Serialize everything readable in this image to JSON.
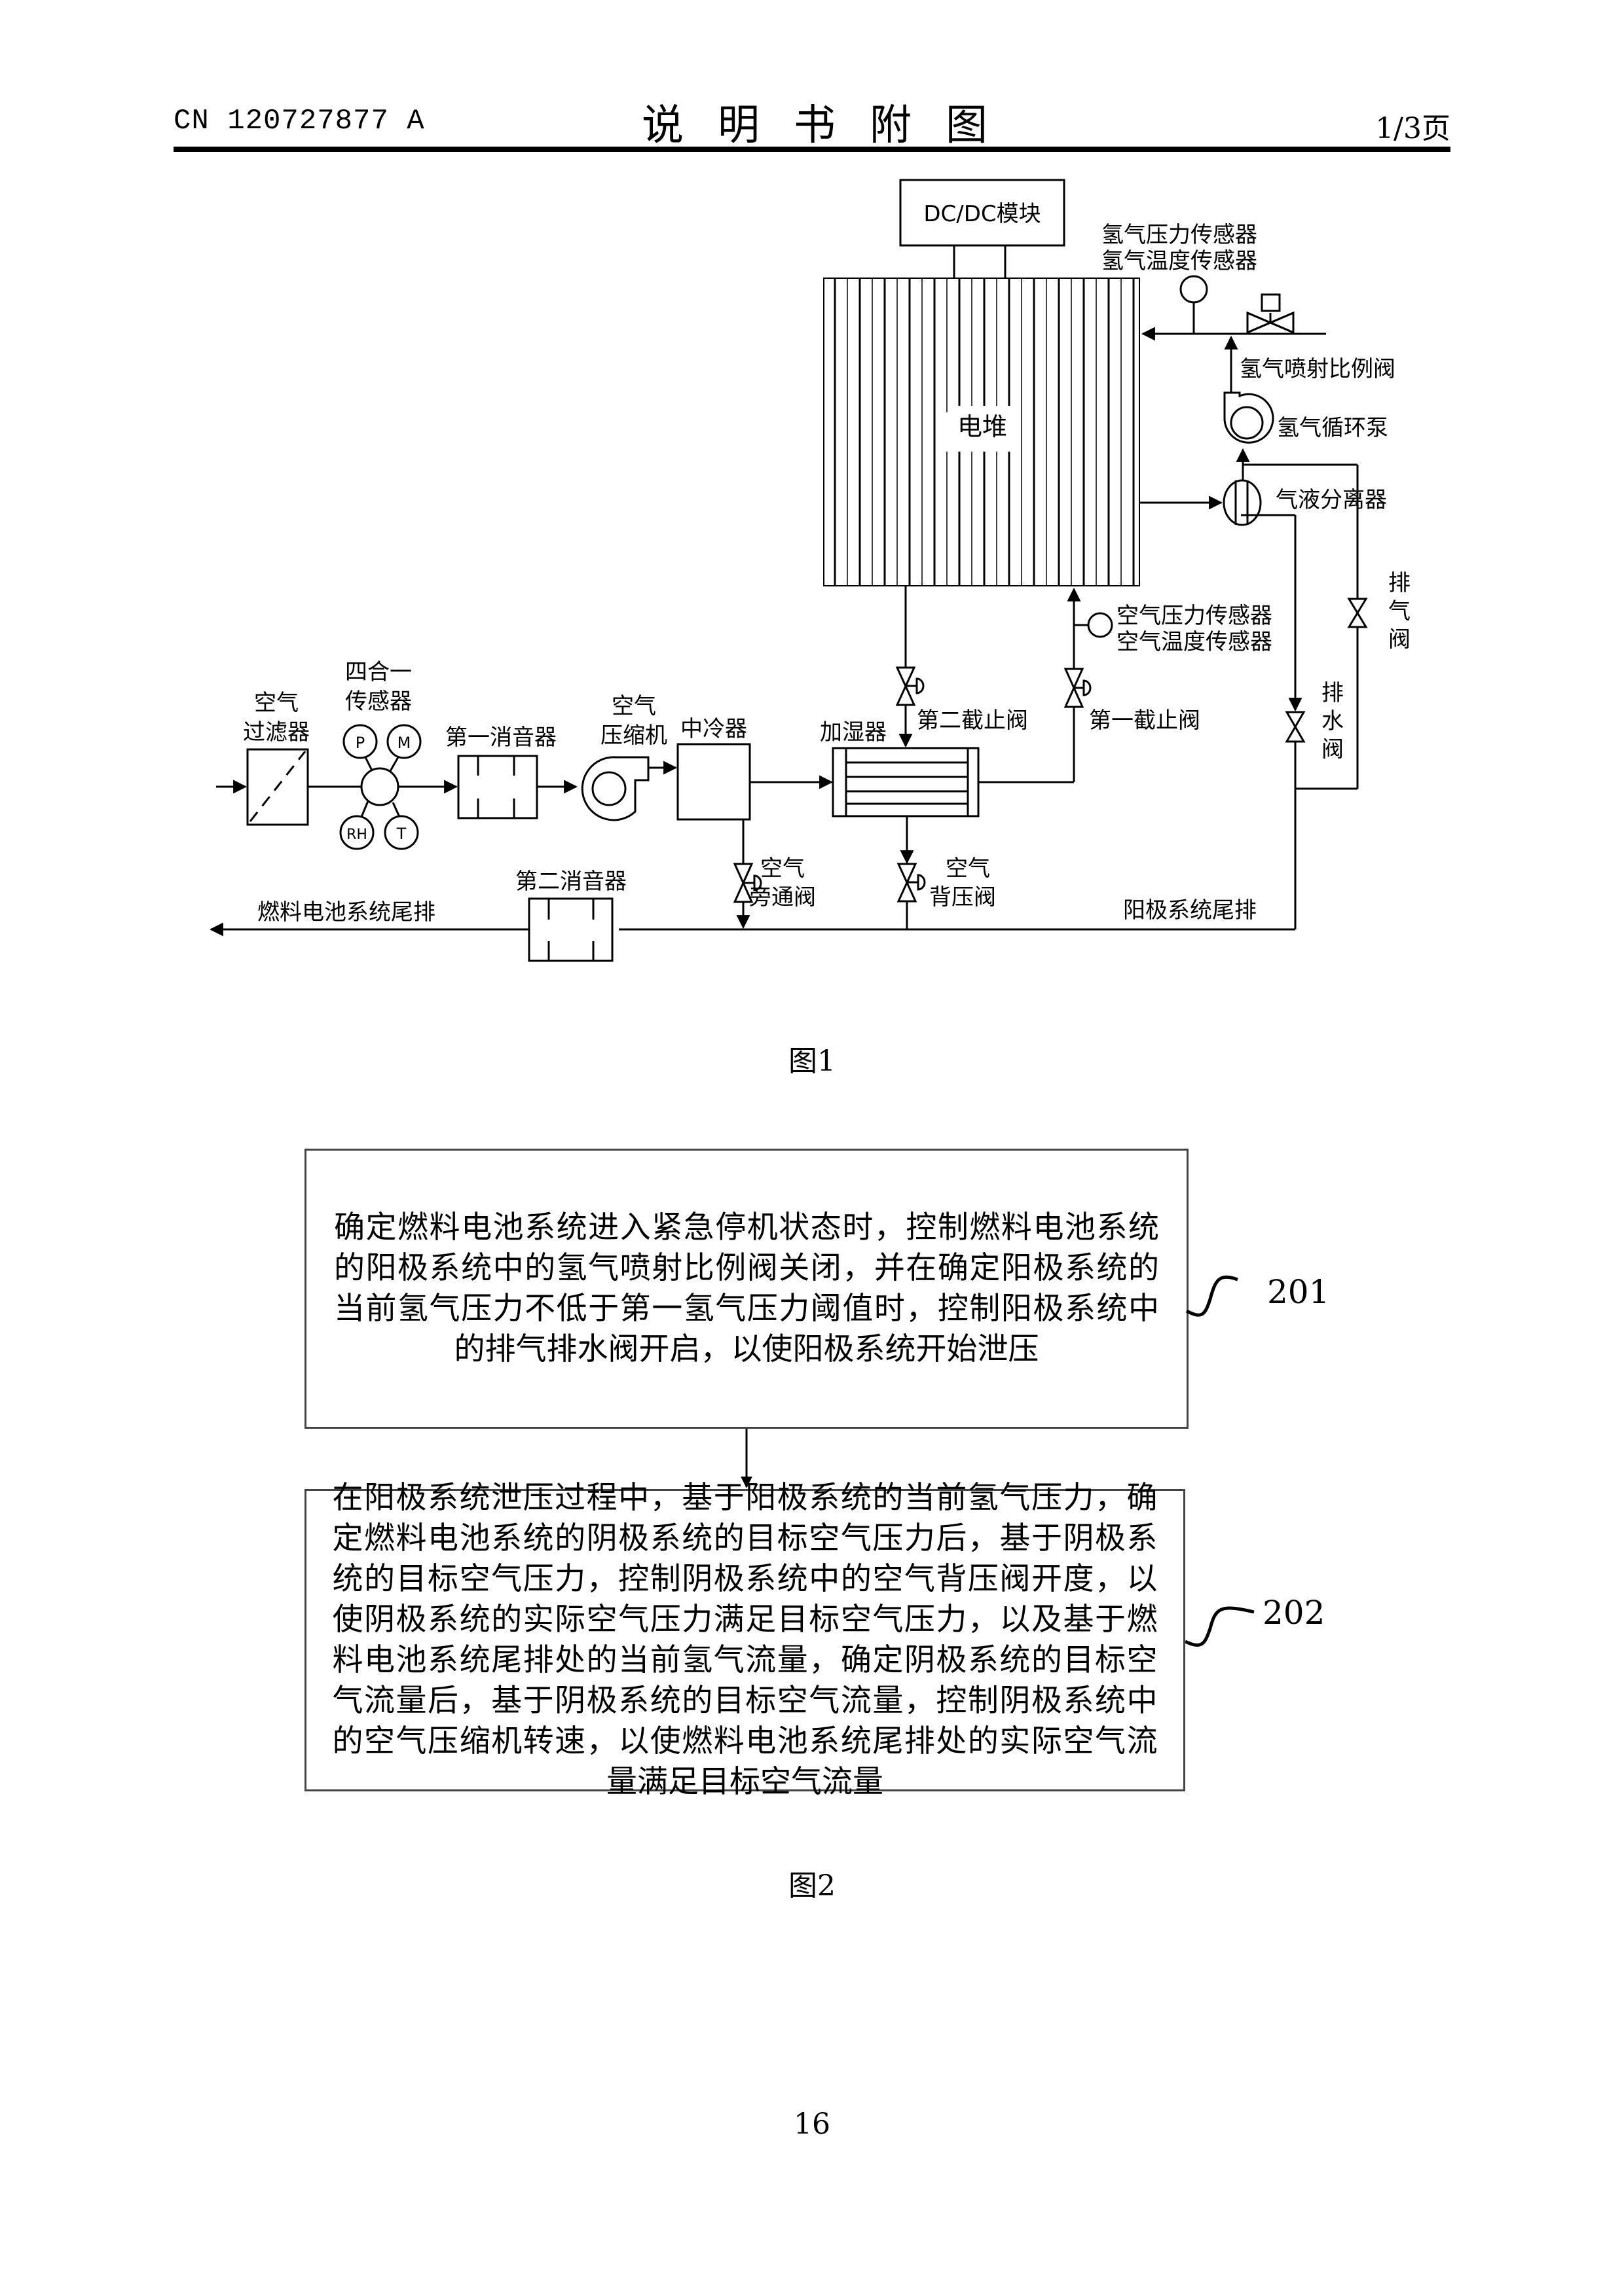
{
  "header": {
    "doc_number": "CN 120727877 A",
    "title": "说明书附图",
    "page_of": "1/3页"
  },
  "figure1": {
    "caption": "图1",
    "labels": {
      "dcdc": "DC/DC模块",
      "stack": "电堆",
      "h2_pressure_sensor": "氢气压力传感器",
      "h2_temp_sensor": "氢气温度传感器",
      "h2_injection_valve": "氢气喷射比例阀",
      "h2_recirc_pump": "氢气循环泵",
      "gas_liquid_separator": "气液分离器",
      "air_pressure_sensor": "空气压力传感器",
      "air_temp_sensor": "空气温度传感器",
      "exhaust_valve_1": "排",
      "exhaust_valve_2": "气",
      "exhaust_valve_3": "阀",
      "drain_valve_1": "排",
      "drain_valve_2": "水",
      "drain_valve_3": "阀",
      "air_filter_1": "空气",
      "air_filter_2": "过滤器",
      "sensor4in1_1": "四合一",
      "sensor4in1_2": "传感器",
      "sensor_p": "P",
      "sensor_m": "M",
      "sensor_rh": "RH",
      "sensor_t": "T",
      "muffler1": "第一消音器",
      "compressor_1": "空气",
      "compressor_2": "压缩机",
      "intercooler": "中冷器",
      "humidifier": "加湿器",
      "stop_valve_2": "第二截止阀",
      "stop_valve_1": "第一截止阀",
      "bypass_valve_1": "空气",
      "bypass_valve_2": "旁通阀",
      "backpressure_valve_1": "空气",
      "backpressure_valve_2": "背压阀",
      "muffler2": "第二消音器",
      "system_exhaust": "燃料电池系统尾排",
      "anode_exhaust": "阳极系统尾排"
    }
  },
  "figure2": {
    "caption": "图2",
    "steps": [
      {
        "ref": "201",
        "text": "确定燃料电池系统进入紧急停机状态时，控制燃料电池系统的阳极系统中的氢气喷射比例阀关闭，并在确定阳极系统的当前氢气压力不低于第一氢气压力阈值时，控制阳极系统中的排气排水阀开启，以使阳极系统开始泄压"
      },
      {
        "ref": "202",
        "text": "在阳极系统泄压过程中，基于阳极系统的当前氢气压力，确定燃料电池系统的阴极系统的目标空气压力后，基于阴极系统的目标空气压力，控制阴极系统中的空气背压阀开度，以使阴极系统的实际空气压力满足目标空气压力，以及基于燃料电池系统尾排处的当前氢气流量，确定阴极系统的目标空气流量后，基于阴极系统的目标空气流量，控制阴极系统中的空气压缩机转速，以使燃料电池系统尾排处的实际空气流量满足目标空气流量"
      }
    ]
  },
  "footer": {
    "page_number": "16"
  }
}
